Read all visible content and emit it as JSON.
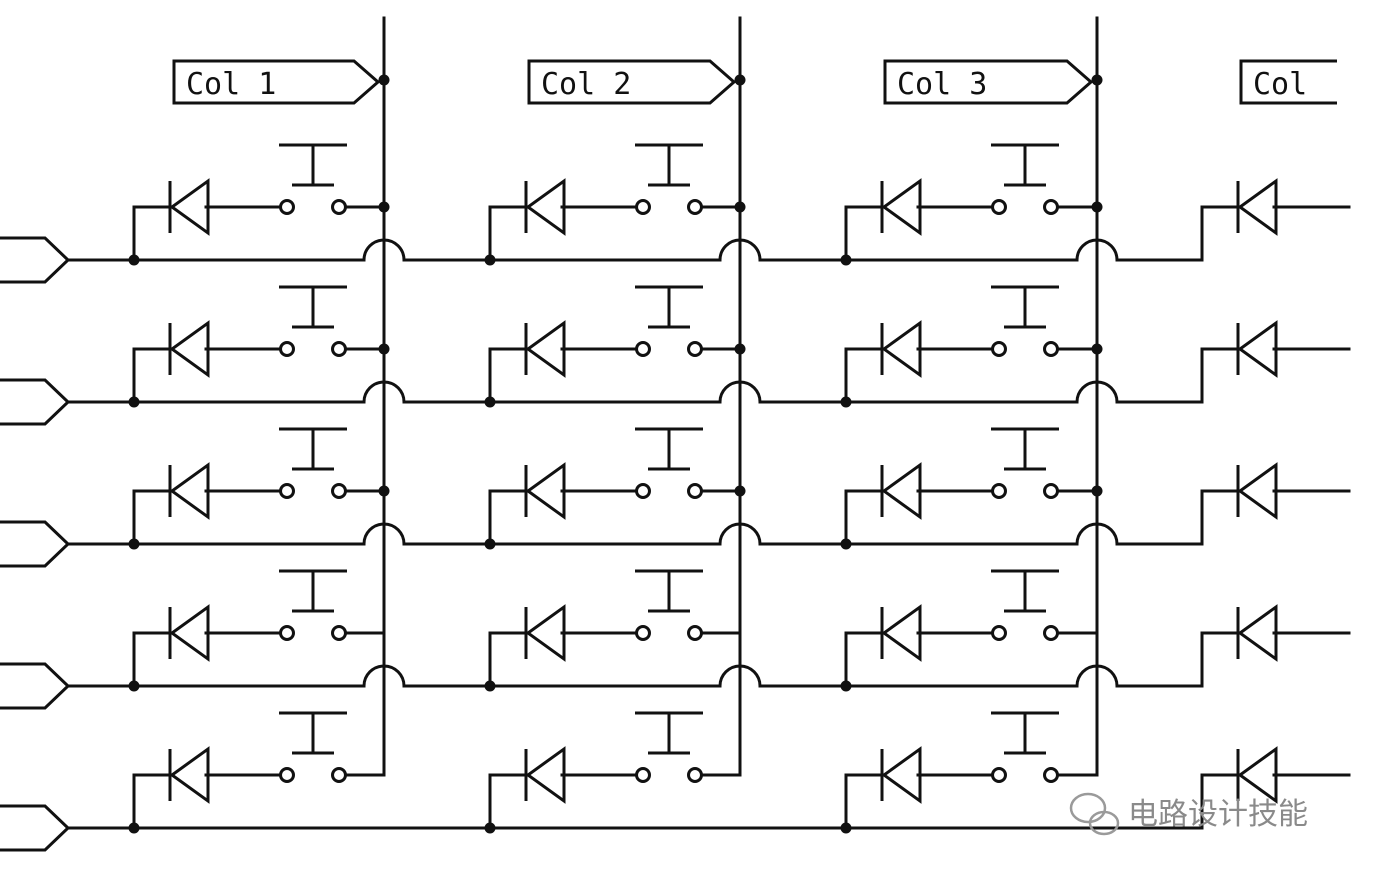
{
  "diagram": {
    "columns": [
      {
        "label": "Col 1"
      },
      {
        "label": "Col 2"
      },
      {
        "label": "Col 3"
      },
      {
        "label": "Col"
      }
    ],
    "rows_count": 5,
    "watermark": {
      "text": "电路设计技能",
      "icon": "wechat-icon"
    },
    "colors": {
      "line": "#111111",
      "background": "#ffffff",
      "watermark": "#8a8a8a"
    }
  }
}
